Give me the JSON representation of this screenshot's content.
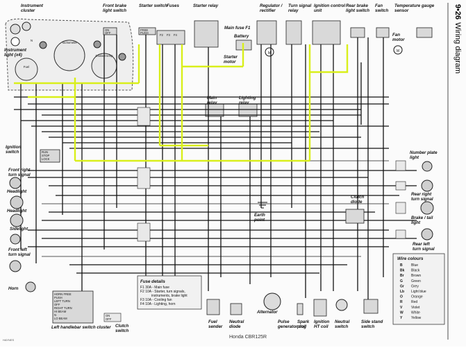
{
  "header": {
    "page_number": "9•26",
    "title": "Wiring diagram"
  },
  "labels": {
    "instrument_cluster": [
      "Instrument",
      "cluster"
    ],
    "instrument_light": [
      "Instrument",
      "light (x4)"
    ],
    "tachometer": "Tachometer",
    "coolant_temp": "Coolant temp",
    "fuel": "Fuel",
    "n_letter": "N",
    "front_brake_switch": [
      "Front brake",
      "light switch"
    ],
    "starter_switch": "Starter switch",
    "fuses": "Fuses",
    "starter_relay": "Starter relay",
    "main_fuse": "Main fuse F1",
    "battery": "Battery",
    "starter_motor": [
      "Starter",
      "motor"
    ],
    "regulator": [
      "Regulator /",
      "rectifier"
    ],
    "turn_signal_relay": [
      "Turn signal",
      "relay"
    ],
    "ignition_control_unit": [
      "Ignition control",
      "unit"
    ],
    "rear_brake_switch": [
      "Rear brake",
      "light switch"
    ],
    "fan_switch": [
      "Fan",
      "switch"
    ],
    "temp_gauge_sensor": [
      "Temperature gauge",
      "sensor"
    ],
    "fan_motor": [
      "Fan",
      "motor"
    ],
    "main_relay": [
      "Main",
      "relay"
    ],
    "lighting_relay": [
      "Lighting",
      "relay"
    ],
    "ignition_switch": [
      "Ignition",
      "switch"
    ],
    "front_right_turn": [
      "Front right",
      "turn signal"
    ],
    "headlight": "Headlight",
    "sidelight": "Sidelight",
    "front_left_turn": [
      "Front left",
      "turn signal"
    ],
    "number_plate_light": [
      "Number plate",
      "light"
    ],
    "rear_right_turn": [
      "Rear right",
      "turn signal"
    ],
    "brake_tail_light": [
      "Brake / tail",
      "light"
    ],
    "rear_left_turn": [
      "Rear left",
      "turn signal"
    ],
    "clutch_diode": [
      "Clutch",
      "diode"
    ],
    "earth_point": [
      "Earth",
      "point"
    ],
    "horn": "Horn",
    "left_handlebar_switch": "Left handlebar switch cluster",
    "clutch_switch": [
      "Clutch",
      "switch"
    ],
    "fuel_sender": [
      "Fuel",
      "sender"
    ],
    "neutral_diode": [
      "Neutral",
      "diode"
    ],
    "alternator": "Alternator",
    "pulse_generator": [
      "Pulse",
      "generator coil"
    ],
    "spark_plug": [
      "Spark",
      "plug"
    ],
    "ignition_ht_coil": [
      "Ignition",
      "HT coil"
    ],
    "neutral_switch": [
      "Neutral",
      "switch"
    ],
    "side_stand_switch": [
      "Side stand",
      "switch"
    ]
  },
  "switch_labels": {
    "on": "ON",
    "off": "OFF",
    "free": "FREE",
    "push": "PUSH"
  },
  "fuses_short": {
    "f2": "F2",
    "f3": "F3",
    "f4": "F4"
  },
  "symbols": {
    "motor": "M"
  },
  "ignition": {
    "positions": [
      "RUN",
      "STOP",
      "LOCK"
    ]
  },
  "handlebar": {
    "positions": [
      "HORN  FREE",
      "      PUSH",
      "LEFT TURN",
      "OFF",
      "RIGHT TURN",
      "HI BEAM",
      "N",
      "LO BEAM"
    ]
  },
  "fuse_details": {
    "heading": "Fuse details",
    "items": [
      "F1 30A - Main fuse",
      "F2 10A - Starter, turn signals,",
      "instruments, brake light",
      "F3 10A - Cooling fan",
      "F4 10A - Lighting, horn"
    ]
  },
  "wire_colours": {
    "heading": "Wire colours",
    "items": [
      {
        "code": "B",
        "name": "Blue"
      },
      {
        "code": "Bk",
        "name": "Black"
      },
      {
        "code": "Br",
        "name": "Brown"
      },
      {
        "code": "G",
        "name": "Green"
      },
      {
        "code": "Gr",
        "name": "Grey"
      },
      {
        "code": "Lb",
        "name": "Light blue"
      },
      {
        "code": "O",
        "name": "Orange"
      },
      {
        "code": "R",
        "name": "Red"
      },
      {
        "code": "V",
        "name": "Violet"
      },
      {
        "code": "W",
        "name": "White"
      },
      {
        "code": "Y",
        "name": "Yellow"
      }
    ]
  },
  "footer": {
    "model": "Honda CBR125R",
    "watermark": "HAYNES"
  },
  "colors": {
    "highlight_wire": "#d9ef1a",
    "component_fill": "#d9d9d9",
    "wire": "#111111"
  }
}
